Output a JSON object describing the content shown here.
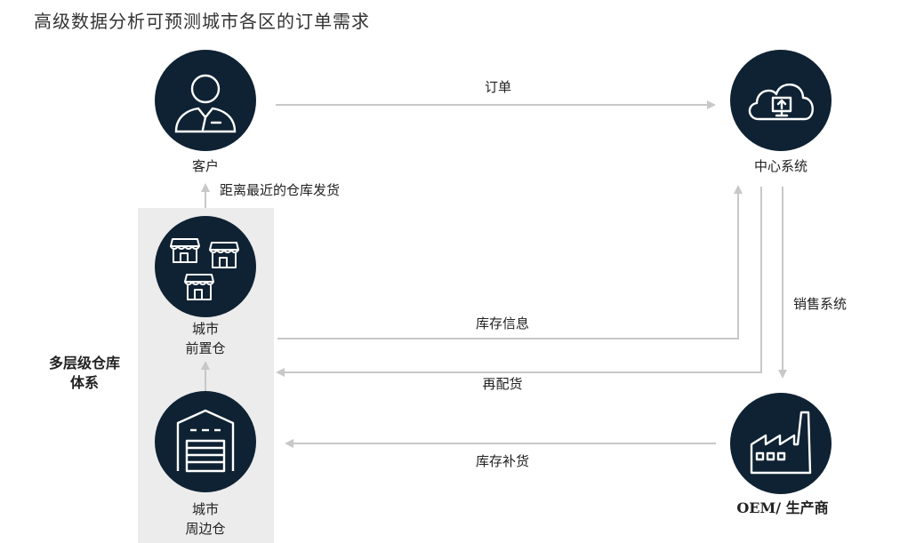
{
  "title": "高级数据分析可预测城市各区的订单需求",
  "nodes": {
    "customer": "客户",
    "central_system": "中心系统",
    "front_warehouse_line1": "城市",
    "front_warehouse_line2": "前置仓",
    "peripheral_warehouse_line1": "城市",
    "peripheral_warehouse_line2": "周边仓",
    "manufacturer": "OEM/ 生产商",
    "warehouse_system_line1": "多层级仓库",
    "warehouse_system_line2": "体系"
  },
  "edges": {
    "order": "订单",
    "ship_nearest": "距离最近的仓库发货",
    "inventory_info": "库存信息",
    "redistribution": "再配货",
    "sales_system": "销售系统",
    "replenishment": "库存补货"
  },
  "colors": {
    "circle": "#0f2233",
    "arrow": "#c8c8c8",
    "panel": "#ececec"
  },
  "icons": [
    "person-icon",
    "cloud-upload-icon",
    "stores-icon",
    "warehouse-icon",
    "factory-icon"
  ]
}
